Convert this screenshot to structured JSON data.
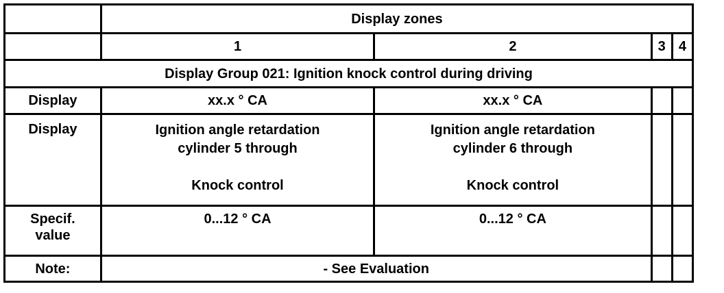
{
  "table": {
    "display_zones_label": "Display zones",
    "zones": [
      "1",
      "2",
      "3",
      "4"
    ],
    "group_title": "Display Group 021: Ignition knock control during driving",
    "display_value_row": {
      "label": "Display",
      "zone1": "xx.x ° CA",
      "zone2": "xx.x ° CA"
    },
    "display_description_row": {
      "label": "Display",
      "zone1": {
        "line1": "Ignition angle retardation",
        "line2": "cylinder 5 through",
        "line3": "Knock control"
      },
      "zone2": {
        "line1": "Ignition angle retardation",
        "line2": "cylinder 6 through",
        "line3": "Knock control"
      }
    },
    "specified_value_row": {
      "label_line1": "Specif.",
      "label_line2": "value",
      "zone1": "0...12 ° CA",
      "zone2": "0...12 ° CA"
    },
    "note_row": {
      "label": "Note:",
      "value": "- See Evaluation"
    }
  }
}
